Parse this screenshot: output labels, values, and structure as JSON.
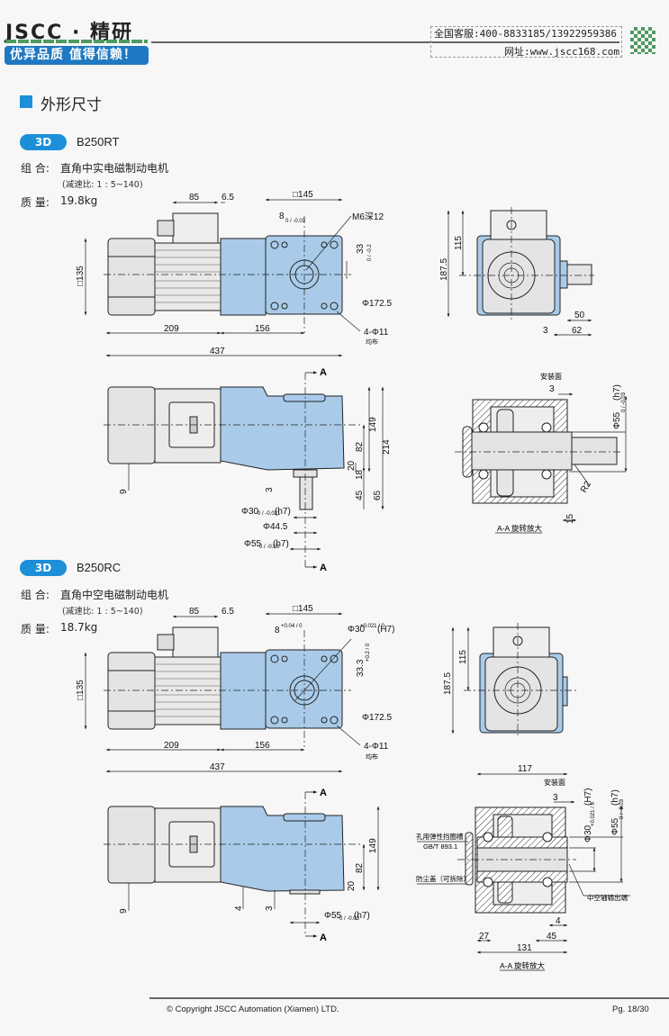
{
  "header": {
    "brand": "JSCC · 精研",
    "slogan": "优异品质 值得信赖！",
    "phone": "全国客服:400-8833185/13922959386",
    "website": "网址:www.jscc168.com",
    "brand_color": "#1f78c2",
    "accent_green": "#4f9a5f"
  },
  "section": {
    "title": "外形尺寸",
    "color": "#1c8fd8"
  },
  "models": [
    {
      "badge": "3D",
      "name": "B250RT",
      "combo_label": "组 合:",
      "combo_value": "直角中实电磁制动电机",
      "ratio": "(减速比: 1 : 5~140)",
      "mass_label": "质 量:",
      "mass_value": "19.8kg",
      "top_view": {
        "d85": "85",
        "d6_5": "6.5",
        "sq145": "□145",
        "key8": "8",
        "key8_tol": "0 / -0.03",
        "m6": "M6深12",
        "h33": "33",
        "h33_tol": "0 / -0.2",
        "dia172": "Φ172.5",
        "holes": "4-Φ11",
        "holes_note": "均布",
        "sq135": "□135",
        "d209": "209",
        "d156": "156",
        "d437": "437"
      },
      "end_view": {
        "h115": "115",
        "h187": "187.5",
        "d50": "50",
        "d3": "3",
        "d62": "62"
      },
      "side_view": {
        "section_mark": "A",
        "d149": "149",
        "d214": "214",
        "d82": "82",
        "d20": "20",
        "d18": "18",
        "d45": "45",
        "d65": "65",
        "d9": "9",
        "d3": "3",
        "shaft30": "Φ30",
        "shaft30_tol": "0 / -0.021",
        "shaft30_fit": "(h7)",
        "dia44": "Φ44.5",
        "dia55": "Φ55",
        "dia55_tol": "0 / -0.03",
        "dia55_fit": "(h7)"
      },
      "section_view": {
        "mount_face": "安装面",
        "d3": "3",
        "dia55": "Φ55",
        "dia55_tol": "0 / -0.03",
        "dia55_fit": "(h7)",
        "r2": "R2",
        "d15": "15",
        "caption": "A-A 旋转放大"
      }
    },
    {
      "badge": "3D",
      "name": "B250RC",
      "combo_label": "组 合:",
      "combo_value": "直角中空电磁制动电机",
      "ratio": "(减速比: 1 : 5~140)",
      "mass_label": "质 量:",
      "mass_value": "18.7kg",
      "top_view": {
        "d85": "85",
        "d6_5": "6.5",
        "sq145": "□145",
        "key8": "8",
        "key8_tol": "+0.04 / 0",
        "bore30": "Φ30",
        "bore30_tol": "+0.021 / 0",
        "bore30_fit": "(H7)",
        "h33": "33.3",
        "h33_tol": "+0.2 / 0",
        "dia172": "Φ172.5",
        "holes": "4-Φ11",
        "holes_note": "均布",
        "sq135": "□135",
        "d209": "209",
        "d156": "156",
        "d437": "437"
      },
      "end_view": {
        "h115": "115",
        "h187": "187.5"
      },
      "side_view": {
        "section_mark": "A",
        "d149": "149",
        "d82": "82",
        "d20": "20",
        "d9": "9",
        "d4": "4",
        "d3": "3",
        "dia55": "Φ55",
        "dia55_tol": "0 / -0.03",
        "dia55_fit": "(h7)"
      },
      "section_view": {
        "d117": "117",
        "mount_face": "安装面",
        "d3": "3",
        "bore30": "Φ30",
        "bore30_tol": "+0.021 / 0",
        "bore30_fit": "(H7)",
        "dia55": "Φ55",
        "dia55_tol": "0 / -0.03",
        "dia55_fit": "(h7)",
        "circlip": "孔用弹性挡圈槽",
        "circlip_std": "GB/T 893.1",
        "dust_cover": "防尘盖（可拆除）",
        "hollow_out": "中空轴输出端",
        "d4": "4",
        "d27": "27",
        "d45": "45",
        "d131": "131",
        "caption": "A-A 旋转放大"
      }
    }
  ],
  "footer": {
    "copyright": "© Copyright JSCC Automation (Xiamen) LTD.",
    "page": "Pg. 18/30"
  }
}
